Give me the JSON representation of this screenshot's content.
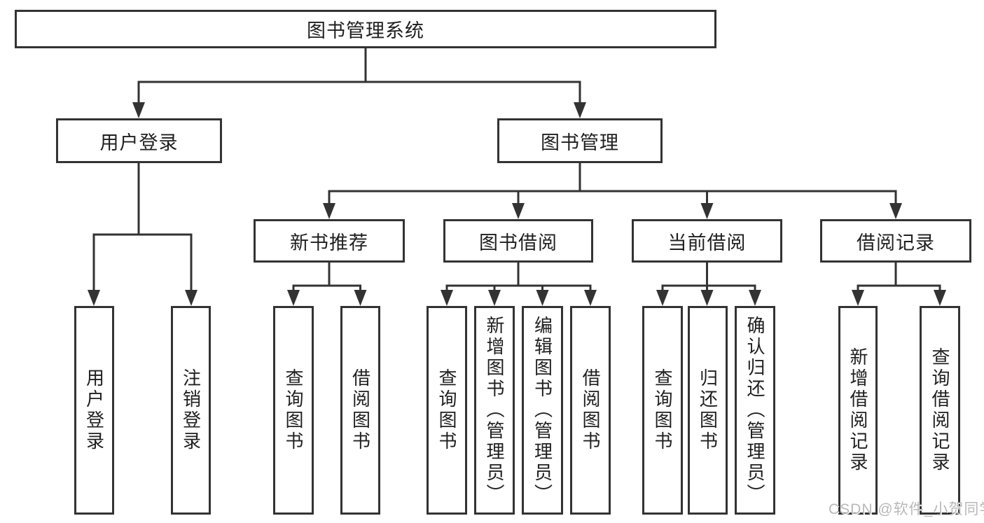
{
  "tree": {
    "root": {
      "label": "图书管理系统"
    },
    "branches": [
      {
        "label": "用户登录",
        "leaves": [
          {
            "label": "用户登录"
          },
          {
            "label": "注销登录"
          }
        ]
      },
      {
        "label": "图书管理",
        "groups": [
          {
            "label": "新书推荐",
            "leaves": [
              {
                "label": "查询图书"
              },
              {
                "label": "借阅图书"
              }
            ]
          },
          {
            "label": "图书借阅",
            "leaves": [
              {
                "label": "查询图书"
              },
              {
                "label": "新增图书（管理员）"
              },
              {
                "label": "编辑图书（管理员）"
              },
              {
                "label": "借阅图书"
              }
            ]
          },
          {
            "label": "当前借阅",
            "leaves": [
              {
                "label": "查询图书"
              },
              {
                "label": "归还图书"
              },
              {
                "label": "确认归还（管理员）"
              }
            ]
          },
          {
            "label": "借阅记录",
            "leaves": [
              {
                "label": "新增借阅记录"
              },
              {
                "label": "查询借阅记录"
              }
            ]
          }
        ]
      }
    ]
  },
  "watermark": {
    "text": "CSDN @软件_小贺同学"
  },
  "colors": {
    "line": "#333333",
    "text": "#1f1f1f",
    "watermark": "#b8b8b8",
    "background": "#ffffff"
  }
}
